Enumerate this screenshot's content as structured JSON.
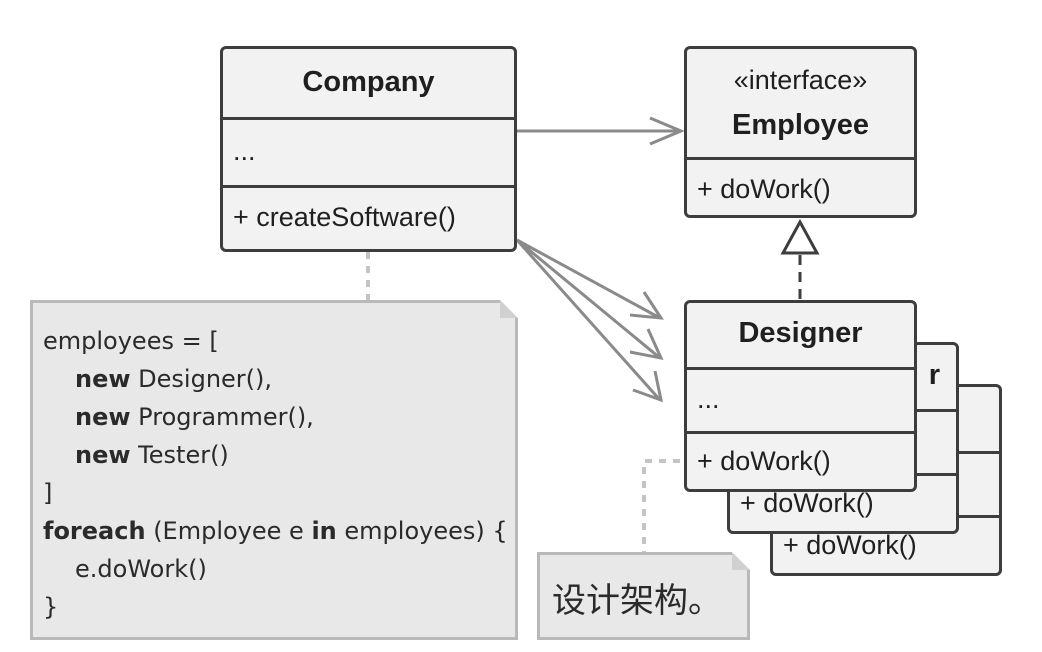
{
  "company": {
    "name": "Company",
    "attributes": "...",
    "method": "+ createSoftware()"
  },
  "employee": {
    "stereotype": "«interface»",
    "name": "Employee",
    "method": "+ doWork()"
  },
  "designer": {
    "name": "Designer",
    "attributes": "...",
    "method": "+ doWork()",
    "stacked_name_fragment": "r",
    "stacked_methods": [
      "+ doWork()",
      "+ doWork()"
    ]
  },
  "code_note": {
    "lines": [
      {
        "kw": "",
        "text": "employees = [",
        "indent": false
      },
      {
        "kw": "new",
        "text": " Designer(),",
        "indent": true
      },
      {
        "kw": "new",
        "text": " Programmer(),",
        "indent": true
      },
      {
        "kw": "new",
        "text": " Tester()",
        "indent": true
      },
      {
        "kw": "",
        "text": "]",
        "indent": false
      },
      {
        "kw": "foreach",
        "text": " (Employee e ",
        "kw2": "in",
        "text2": " employees) {",
        "indent": false
      },
      {
        "kw": "",
        "text": "e.doWork()",
        "indent": true
      },
      {
        "kw": "",
        "text": "}",
        "indent": false
      }
    ]
  },
  "designer_note": {
    "text": "设计架构。"
  },
  "colors": {
    "box_fill": "#f2f2f2",
    "box_border": "#3d3d3d",
    "arrow": "#8a8a8a",
    "note_fill": "#e8e8e8",
    "note_border": "#b9b9b9"
  }
}
